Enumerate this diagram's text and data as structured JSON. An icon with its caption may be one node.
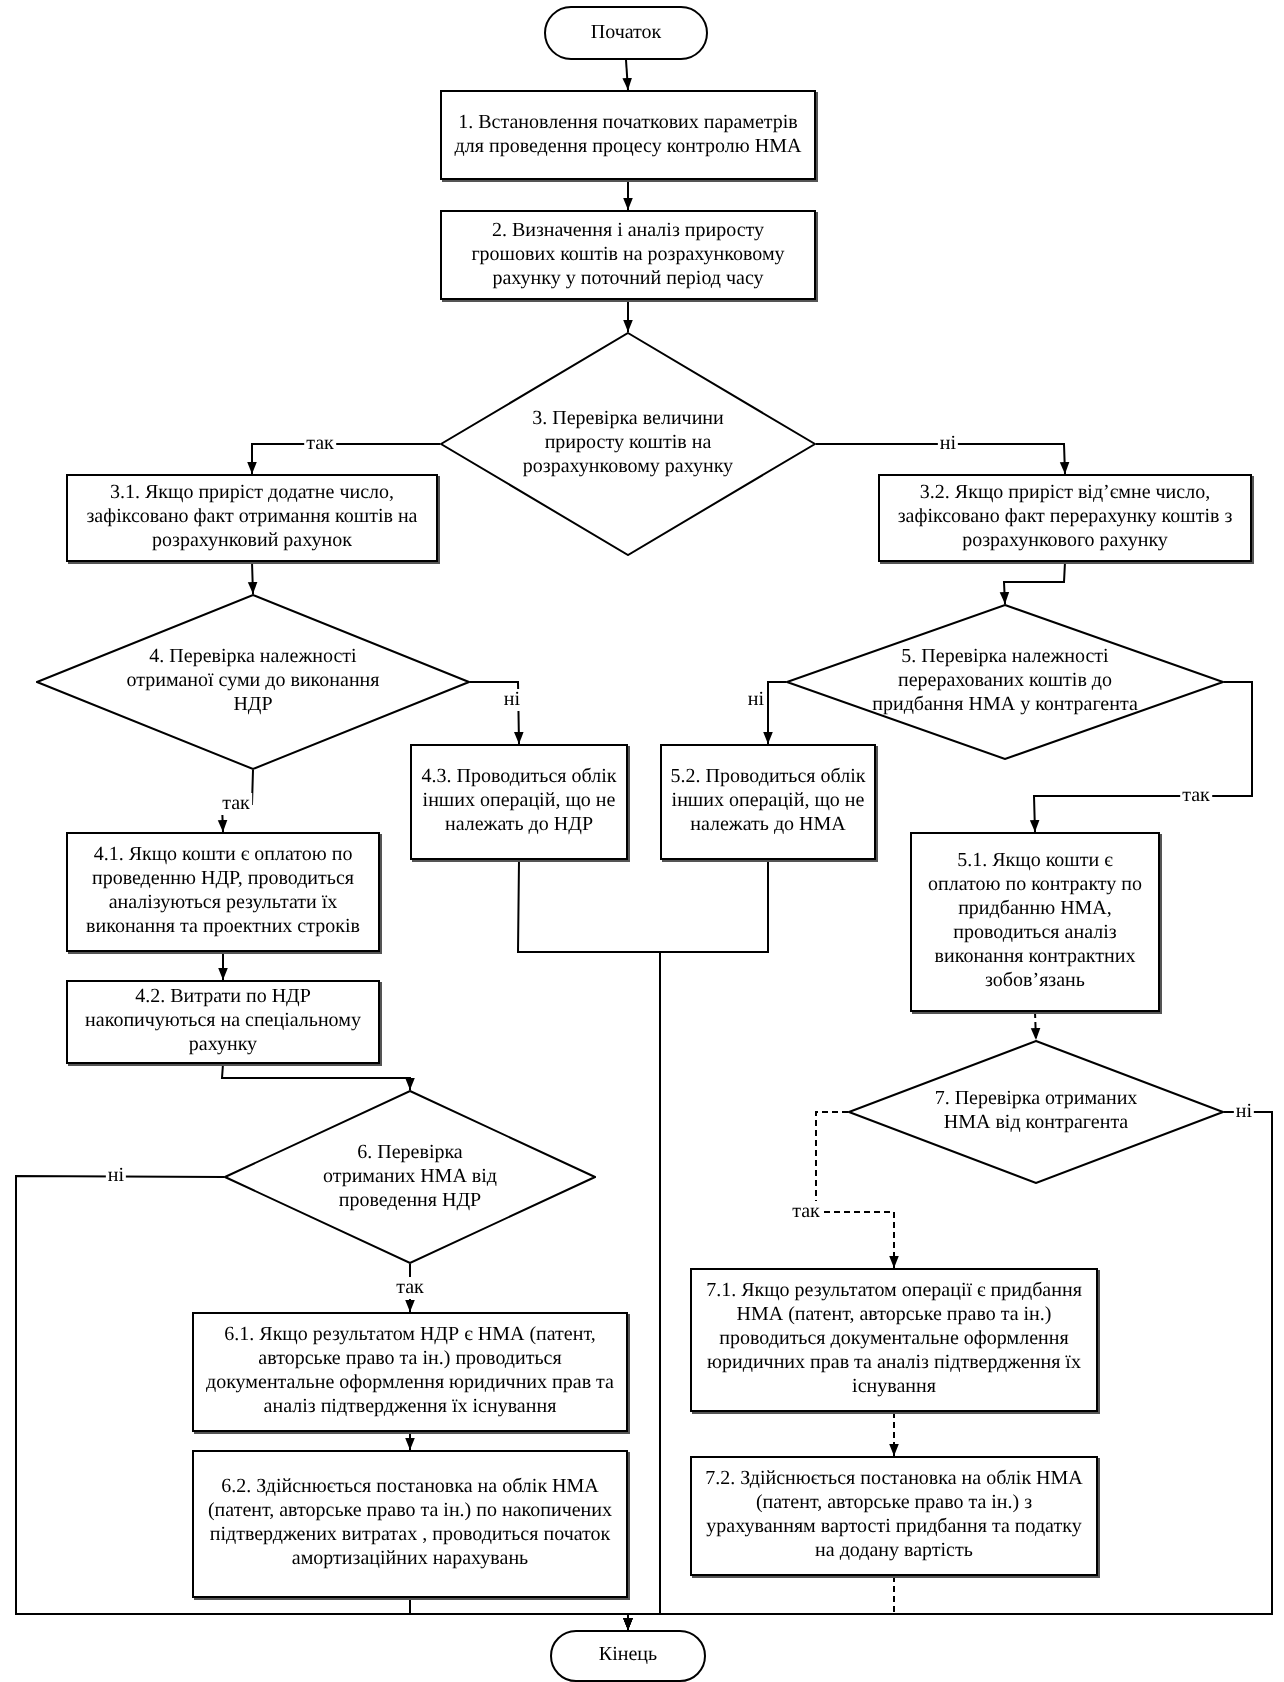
{
  "diagram": {
    "nodes": [
      {
        "text": [
          "Початок"
        ]
      },
      {
        "text": [
          "1. Встановлення початкових параметрів для проведення процесу контролю  НМА"
        ]
      },
      {
        "text": [
          "2. Визначення і аналіз приросту грошових коштів на розрахунковому рахунку у поточний період часу"
        ]
      },
      {
        "text": [
          "3. Перевірка величини приросту коштів на розрахунковому  рахунку"
        ]
      },
      {
        "text": [
          "3.1. Якщо приріст додатне число, зафіксовано факт отримання коштів на розрахунковий рахунок"
        ]
      },
      {
        "text": [
          "3.2. Якщо приріст від’ємне число, зафіксовано факт перерахунку коштів з розрахункового рахунку"
        ]
      },
      {
        "text": [
          "4. Перевірка належності отриманої суми до виконання НДР"
        ]
      },
      {
        "text": [
          "5. Перевірка належності перерахованих коштів до придбання НМА  у контрагента"
        ]
      },
      {
        "text": [
          "4.3. Проводиться облік інших операцій, що не належать до НДР"
        ]
      },
      {
        "text": [
          "5.2. Проводиться облік інших операцій, що не належать до НМА"
        ]
      },
      {
        "text": [
          "4.1. Якщо кошти є оплатою по проведенню НДР, проводиться аналізуються результати їх виконання та проектних строків"
        ]
      },
      {
        "text": [
          "5.1. Якщо кошти є оплатою по контракту по придбанню НМА, проводиться аналіз виконання контрактних зобов’язань"
        ]
      },
      {
        "text": [
          "4.2. Витрати по НДР накопичуються на спеціальному рахунку"
        ]
      },
      {
        "text": [
          "7. Перевірка отриманих НМА від контрагента"
        ]
      },
      {
        "text": [
          "6. Перевірка отриманих НМА від проведення НДР"
        ]
      },
      {
        "text": [
          "7.1. Якщо результатом операції є придбання НМА (патент, авторське право та ін.) проводиться документальне оформлення юридичних прав та аналіз підтвердження їх існування"
        ]
      },
      {
        "text": [
          "6.1. Якщо результатом НДР є  НМА (патент, авторське право та ін.) проводиться документальне оформлення юридичних прав та аналіз підтвердження їх існування"
        ]
      },
      {
        "text": [
          "7.2. Здійснюється постановка  на облік НМА (патент, авторське право та ін.) з урахуванням вартості  придбання та податку на додану вартість"
        ]
      },
      {
        "text": [
          "6.2. Здійснюється постановка  на облік НМА (патент, авторське право та ін.) по накопичених підтверджених витратах , проводиться початок амортизаційних нарахувань"
        ]
      },
      {
        "text": [
          "Кінець"
        ]
      }
    ],
    "edges": [
      {
        "from": 0,
        "to": 1,
        "arrow": "to"
      },
      {
        "from": 1,
        "to": 2,
        "arrow": "to"
      },
      {
        "from": 2,
        "to": 3,
        "arrow": "to"
      },
      {
        "from": 3,
        "to": 4,
        "arrow": "to",
        "label": "так"
      },
      {
        "from": 3,
        "to": 5,
        "arrow": "to",
        "label": "ні"
      },
      {
        "from": 4,
        "to": 6,
        "arrow": "to"
      },
      {
        "from": 5,
        "to": 7,
        "arrow": "to"
      },
      {
        "from": 6,
        "to": 8,
        "arrow": "to",
        "label": "ні"
      },
      {
        "from": 6,
        "to": 10,
        "arrow": "to",
        "label": "так"
      },
      {
        "from": 7,
        "to": 9,
        "arrow": "to",
        "label": "ні"
      },
      {
        "from": 7,
        "to": 11,
        "arrow": "to",
        "label": "так"
      },
      {
        "from": 10,
        "to": 12,
        "arrow": "to"
      },
      {
        "from": 12,
        "to": 14,
        "arrow": "to"
      },
      {
        "from": 11,
        "to": 13,
        "arrow": "to",
        "style": "dashed"
      },
      {
        "from": 14,
        "to": 16,
        "arrow": "to",
        "label": "так"
      },
      {
        "from": 14,
        "to": 19,
        "arrow": "to",
        "label": "ні"
      },
      {
        "from": 13,
        "to": 15,
        "arrow": "to",
        "label": "так",
        "style": "dashed"
      },
      {
        "from": 13,
        "to": 19,
        "arrow": "to",
        "label": "ні"
      },
      {
        "from": 16,
        "to": 18,
        "arrow": "to"
      },
      {
        "from": 15,
        "to": 17,
        "arrow": "to",
        "style": "dashed"
      },
      {
        "from": 18,
        "to": 19,
        "arrow": "to"
      },
      {
        "from": 17,
        "to": 19,
        "arrow": "to",
        "style": "dashed"
      },
      {
        "from": 8,
        "to": 19,
        "arrow": "to"
      },
      {
        "from": 9,
        "to": 19,
        "arrow": "to"
      }
    ]
  }
}
